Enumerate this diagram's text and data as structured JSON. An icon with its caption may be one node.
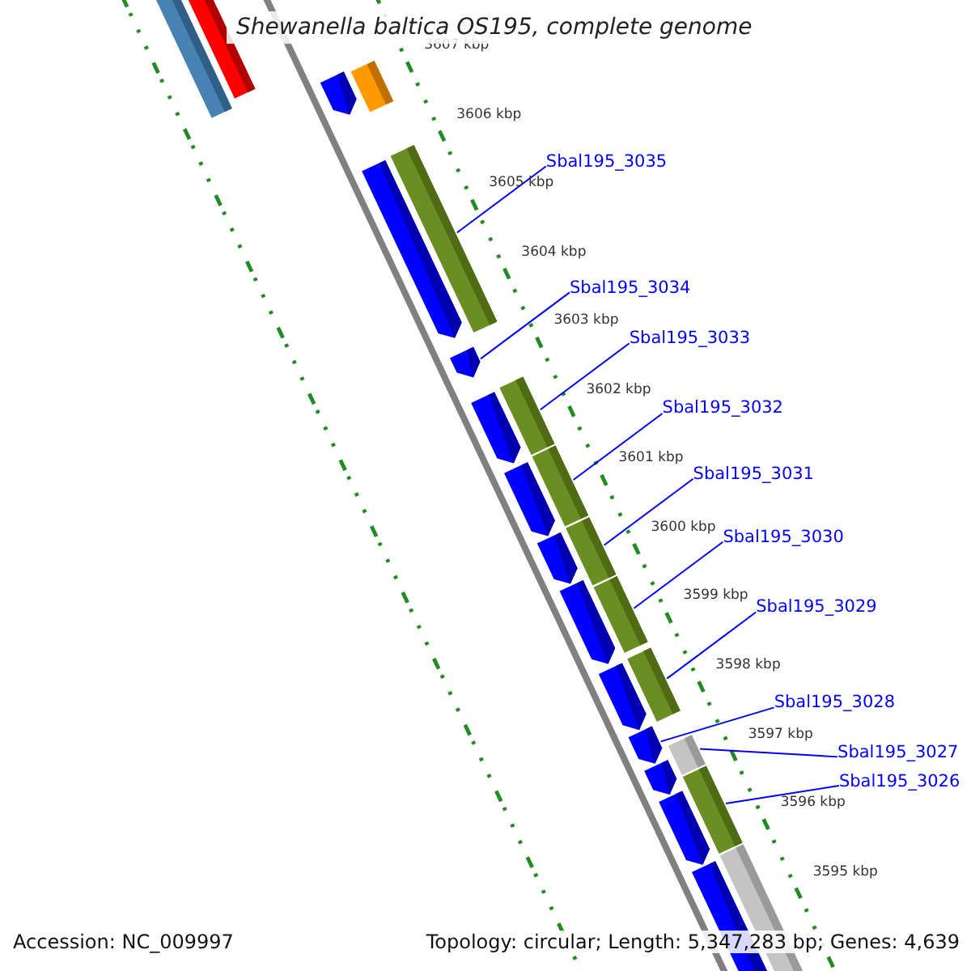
{
  "diagram": {
    "title": "Shewanella baltica OS195, complete genome",
    "nodes": [
      {
        "text": [
          "Sbal195_3035"
        ]
      },
      {
        "text": [
          "Sbal195_3034"
        ]
      },
      {
        "text": [
          "Sbal195_3033"
        ]
      },
      {
        "text": [
          "Sbal195_3032"
        ]
      },
      {
        "text": [
          "Sbal195_3031"
        ]
      },
      {
        "text": [
          "Sbal195_3030"
        ]
      },
      {
        "text": [
          "Sbal195_3029"
        ]
      },
      {
        "text": [
          "Sbal195_3028"
        ]
      },
      {
        "text": [
          "Sbal195_3027"
        ]
      },
      {
        "text": [
          "Sbal195_3026"
        ]
      },
      {
        "text": [],
        "shape": "bar"
      },
      {
        "text": [],
        "shape": "bar"
      },
      {
        "text": [],
        "shape": "pentagon"
      },
      {
        "text": [],
        "shape": "bar"
      },
      {
        "text": [],
        "shape": "pentagon"
      },
      {
        "text": [],
        "shape": "bar"
      },
      {
        "text": [],
        "shape": "pentagon"
      },
      {
        "text": [],
        "shape": "bar"
      },
      {
        "text": [],
        "shape": "pentagon"
      },
      {
        "text": [],
        "shape": "bar"
      },
      {
        "text": [],
        "shape": "pentagon"
      },
      {
        "text": [],
        "shape": "bar"
      },
      {
        "text": [],
        "shape": "pentagon"
      },
      {
        "text": [],
        "shape": "pentagon"
      },
      {
        "text": [],
        "shape": "bar"
      },
      {
        "text": [],
        "shape": "bar"
      },
      {
        "text": [],
        "shape": "pentagon"
      },
      {
        "text": [],
        "shape": "pentagon"
      },
      {
        "text": [],
        "shape": "bar"
      },
      {
        "text": [],
        "shape": "pentagon"
      },
      {
        "text": [],
        "shape": "bar"
      },
      {
        "text": [],
        "shape": "pentagon"
      },
      {
        "text": [],
        "shape": "bar"
      },
      {
        "text": [],
        "shape": "pentagon"
      }
    ],
    "edges": [
      {
        "from": 0,
        "to": 15,
        "arrow": "none"
      },
      {
        "from": 1,
        "to": 16,
        "arrow": "none"
      },
      {
        "from": 2,
        "to": 17,
        "arrow": "none"
      },
      {
        "from": 3,
        "to": 19,
        "arrow": "none"
      },
      {
        "from": 4,
        "to": 21,
        "arrow": "none"
      },
      {
        "from": 5,
        "to": 24,
        "arrow": "none"
      },
      {
        "from": 6,
        "to": 25,
        "arrow": "none"
      },
      {
        "from": 7,
        "to": 27,
        "arrow": "none"
      },
      {
        "from": 8,
        "to": 28,
        "arrow": "none"
      },
      {
        "from": 9,
        "to": 30,
        "arrow": "none"
      }
    ],
    "labels": [
      "3607 kbp",
      "3606 kbp",
      "3605 kbp",
      "3604 kbp",
      "3603 kbp",
      "3602 kbp",
      "3601 kbp",
      "3600 kbp",
      "3599 kbp",
      "3598 kbp",
      "3597 kbp",
      "3596 kbp",
      "3595 kbp",
      "Accession: NC_009997",
      "Topology: circular; Length: 5,347,283 bp; Genes: 4,639"
    ]
  }
}
